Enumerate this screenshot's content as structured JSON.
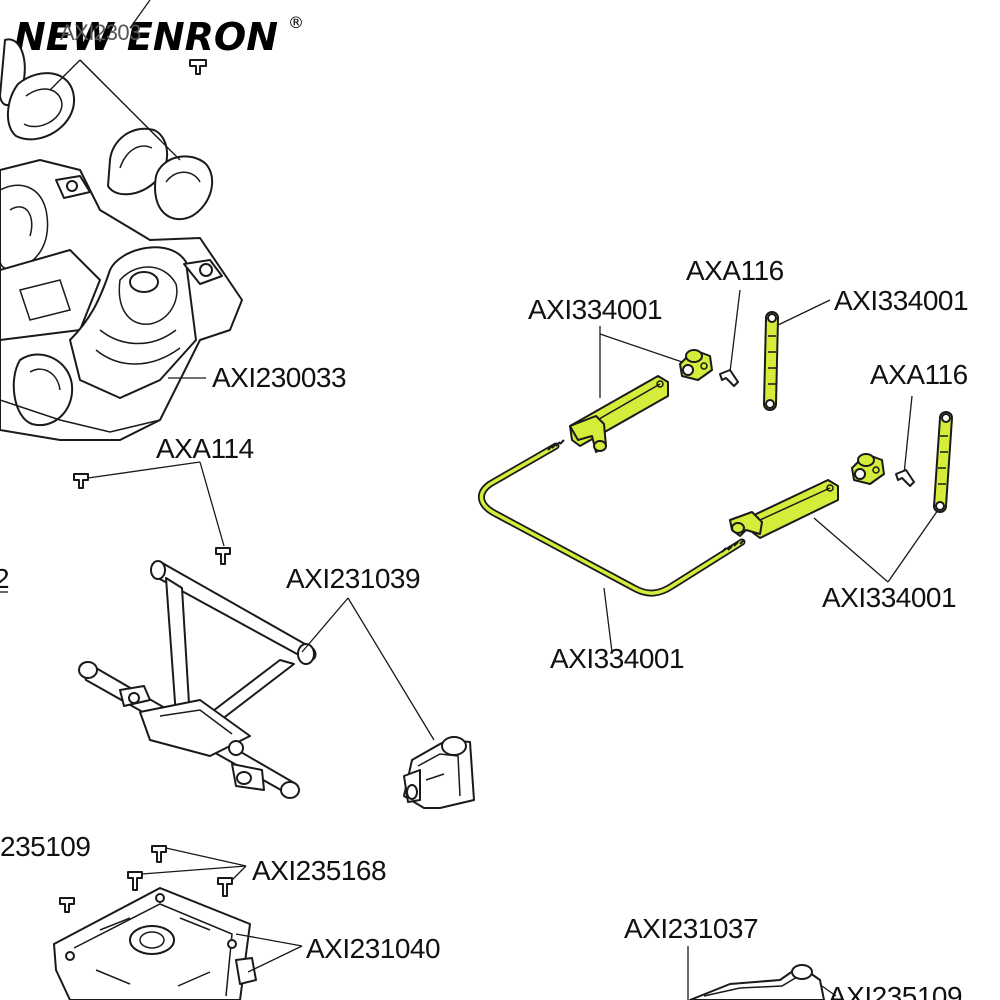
{
  "brand": {
    "name": "NEW ENRON",
    "mark": "®"
  },
  "colors": {
    "highlight": "#d6ec3a",
    "line": "#1a1a1a",
    "background": "#ffffff"
  },
  "labels": {
    "top_left_partial": "AXI2303",
    "axi230033": "AXI230033",
    "axa114": "AXA114",
    "left_edge_partial": "2",
    "axi231039": "AXI231039",
    "axi235109_left": "235109",
    "axi235168": "AXI235168",
    "axi231040": "AXI231040",
    "axa116_a": "AXA116",
    "axi334001_a": "AXI334001",
    "axi334001_b": "AXI334001",
    "axa116_b": "AXA116",
    "axi334001_c": "AXI334001",
    "axi334001_wire": "AXI334001",
    "axi231037": "AXI231037",
    "axi235109_right": "AXI235109"
  }
}
